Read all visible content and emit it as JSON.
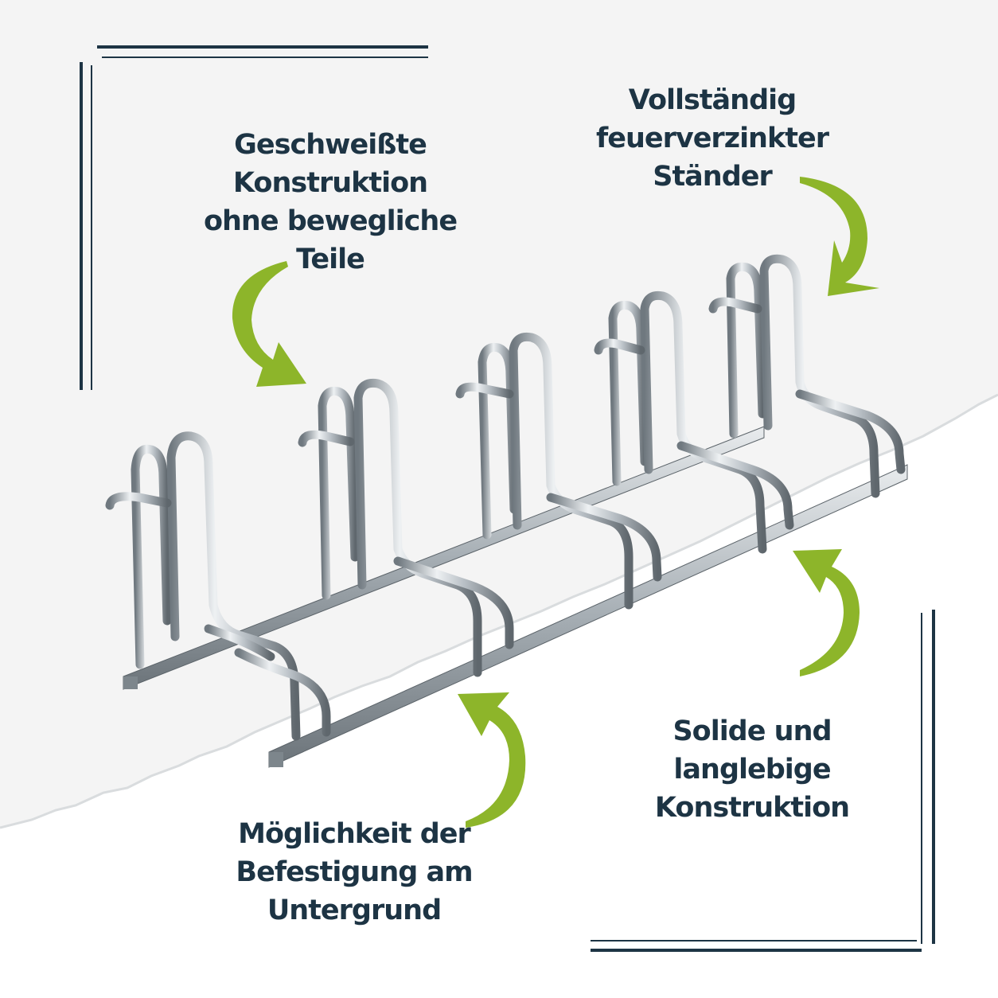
{
  "colors": {
    "navy": "#1d3444",
    "accent_green": "#8db52a",
    "paper_light": "#f6f6f6",
    "paper_white": "#ffffff",
    "steel": "#9aa3aa"
  },
  "callouts": {
    "welded": {
      "lines": [
        "Geschweißte",
        "Konstruktion",
        "ohne bewegliche",
        "Teile"
      ]
    },
    "galvanized": {
      "lines": [
        "Vollständig",
        "feuerverzinkter",
        "Ständer"
      ]
    },
    "durable": {
      "lines": [
        "Solide und",
        "langlebige",
        "Konstruktion"
      ]
    },
    "mounting": {
      "lines": [
        "Möglichkeit der",
        "Befestigung am",
        "Untergrund"
      ]
    }
  },
  "icons": {
    "arrow_welded": "curved-arrow-down-right-icon",
    "arrow_galvanized": "curved-arrow-down-left-icon",
    "arrow_durable": "curved-arrow-up-icon",
    "arrow_mounting": "curved-arrow-up-icon",
    "product": "bicycle-rack-image"
  }
}
